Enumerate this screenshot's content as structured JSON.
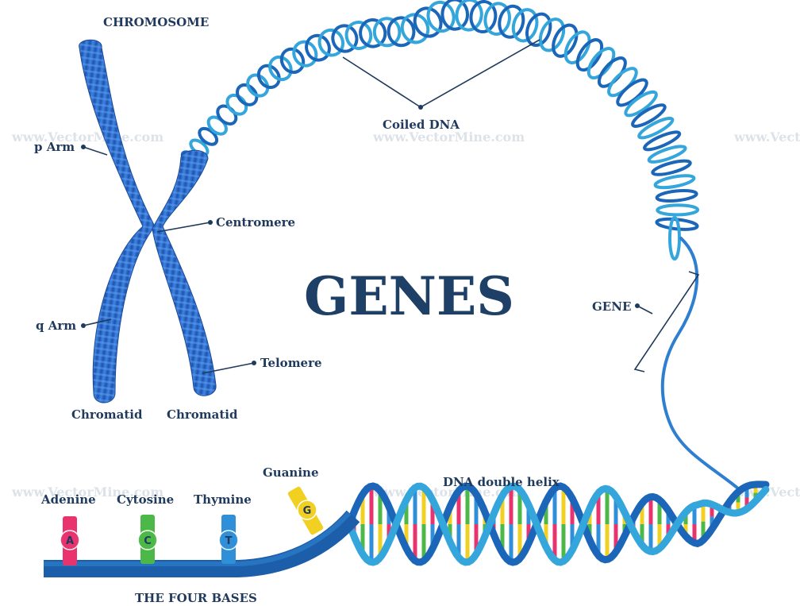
{
  "title": "GENES",
  "labels": {
    "chromosome": "CHROMOSOME",
    "p_arm": "p Arm",
    "q_arm": "q Arm",
    "centromere": "Centromere",
    "telomere": "Telomere",
    "chromatid_left": "Chromatid",
    "chromatid_right": "Chromatid",
    "coiled_dna": "Coiled DNA",
    "gene": "GENE",
    "dna_double_helix": "DNA double helix",
    "four_bases": "THE FOUR BASES"
  },
  "bases": [
    {
      "name": "Adenine",
      "letter": "A",
      "color": "#e8336e"
    },
    {
      "name": "Cytosine",
      "letter": "C",
      "color": "#4cb848"
    },
    {
      "name": "Thymine",
      "letter": "T",
      "color": "#2f8fd8"
    },
    {
      "name": "Guanine",
      "letter": "G",
      "color": "#f2d022"
    }
  ],
  "watermark": "www.VectorMine.com",
  "colors": {
    "chromosome": "#2f6fd1",
    "helix_back": "#1b66b8",
    "helix_front": "#34a6dc",
    "text": "#1f3a5c"
  }
}
